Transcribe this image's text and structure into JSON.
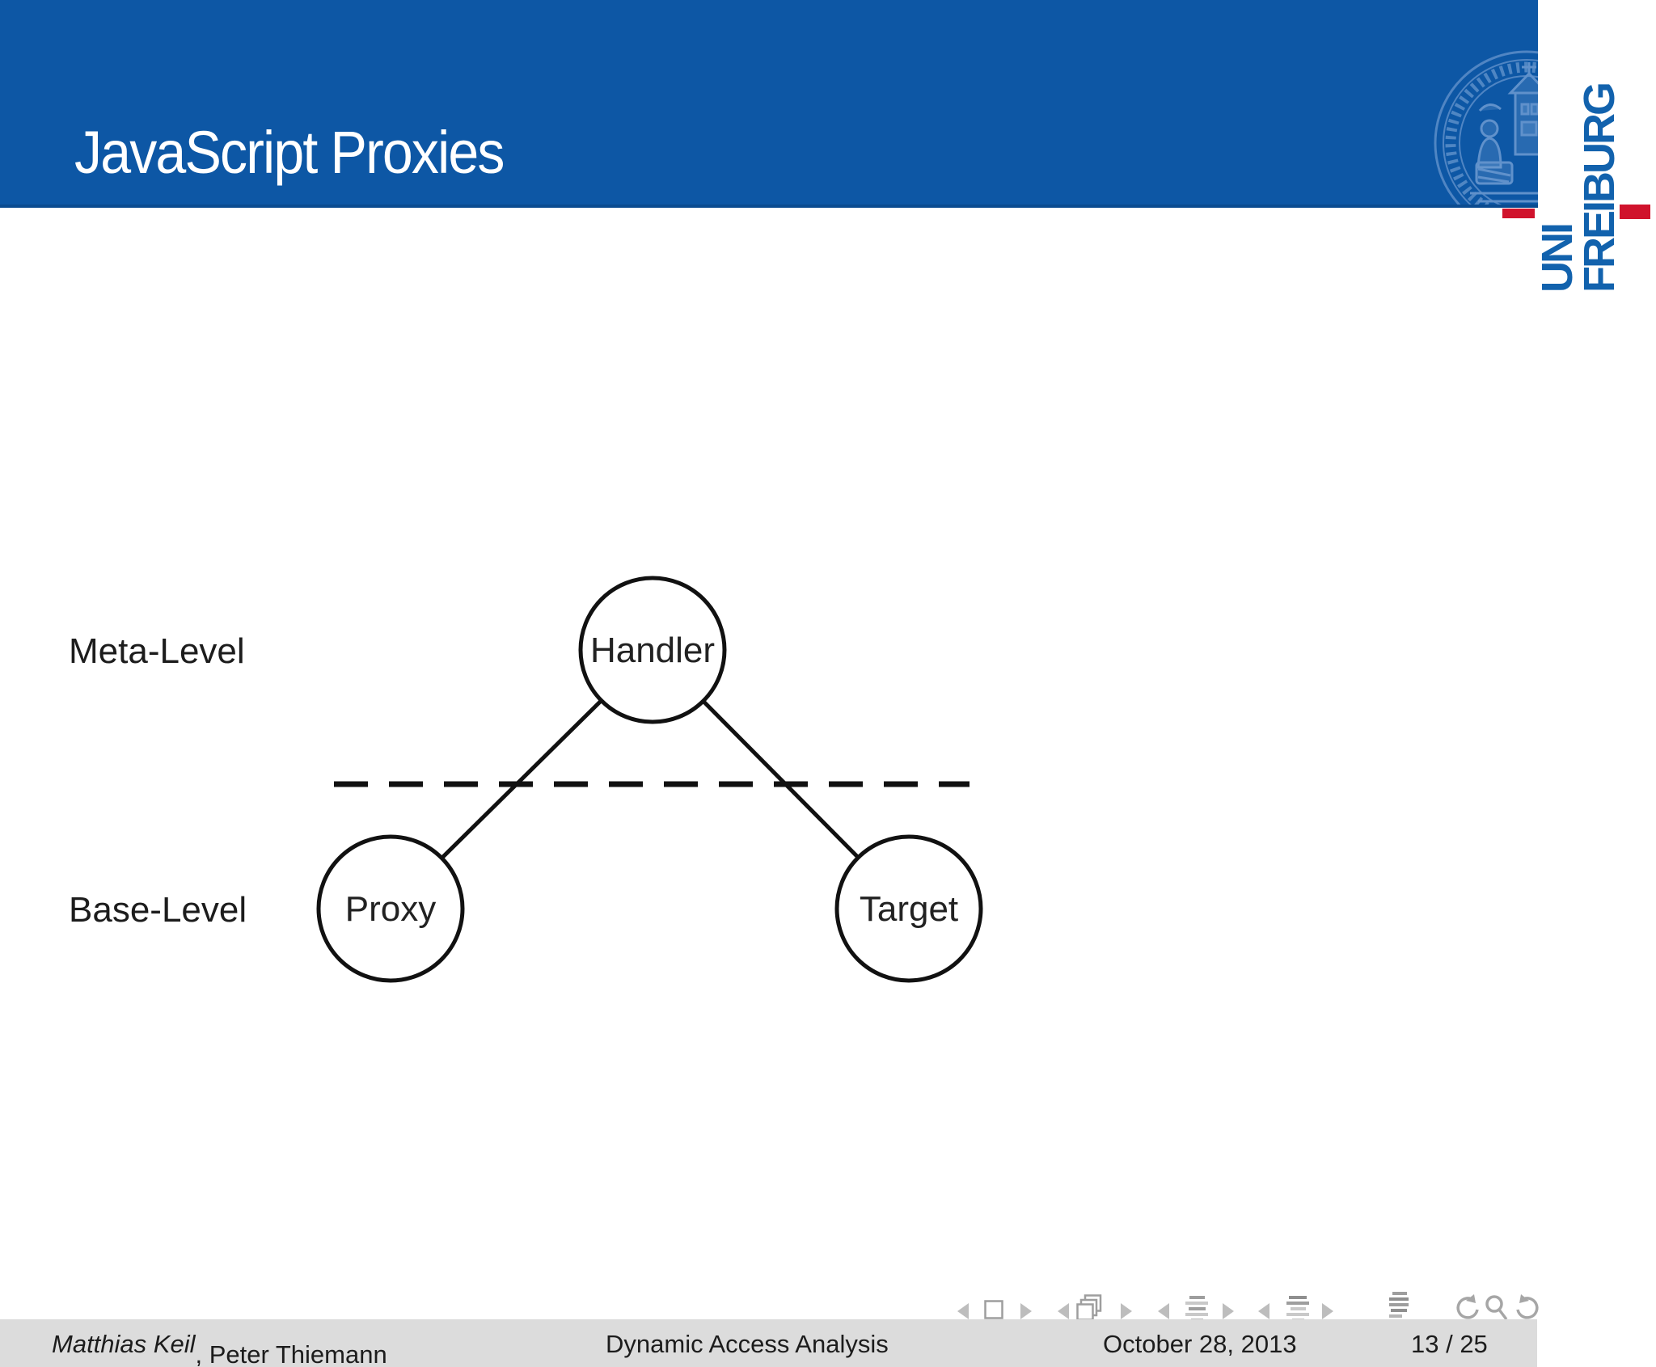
{
  "header": {
    "title": "JavaScript Proxies",
    "background_color": "#0d57a5",
    "border_color": "#0a4b90",
    "title_color": "#ffffff"
  },
  "logo": {
    "line1": "UNI",
    "line2": "FREIBURG",
    "text_color": "#1262ad",
    "accent_red": "#d0132c",
    "seal": "university-of-freiburg-seal"
  },
  "diagram": {
    "meta_label": "Meta-Level",
    "base_label": "Base-Level",
    "nodes": [
      {
        "id": "handler",
        "label": "Handler",
        "level": "meta"
      },
      {
        "id": "proxy",
        "label": "Proxy",
        "level": "base"
      },
      {
        "id": "target",
        "label": "Target",
        "level": "base"
      }
    ],
    "edges": [
      {
        "from": "handler",
        "to": "proxy"
      },
      {
        "from": "handler",
        "to": "target"
      }
    ],
    "divider": "dashed line between meta-level and base-level",
    "stroke_color": "#111111"
  },
  "navigation": {
    "color": "#a6a6a6",
    "symbols": [
      "prev-slide",
      "slide",
      "next-slide",
      "prev-frame",
      "frames",
      "next-frame",
      "prev-subsection",
      "subsection",
      "next-subsection",
      "prev-section",
      "section",
      "next-section",
      "appendix",
      "back-history",
      "search",
      "forward-history"
    ]
  },
  "footer": {
    "authors_italic": "Matthias Keil",
    "authors_rest": ", Peter Thiemann",
    "doc_title": "Dynamic Access Analysis",
    "date": "October 28, 2013",
    "page": "13 / 25",
    "background_color": "#dcdcdc"
  }
}
